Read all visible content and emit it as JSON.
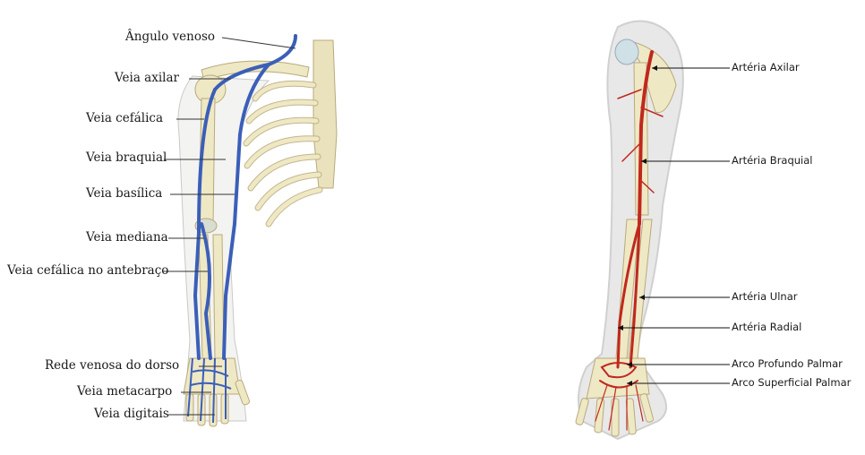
{
  "veins_panel": {
    "labels": [
      "Ângulo venoso",
      "Veia axilar",
      "Veia cefálica",
      "Veia braquial",
      "Veia basílica",
      "Veia mediana",
      "Veia cefálica no antebraço",
      "Rede venosa do dorso",
      "Veia metacarpo",
      "Veia digitais"
    ],
    "vein_color": "#3b5fb8"
  },
  "arteries_panel": {
    "labels": [
      "Artéria Axilar",
      "Artéria Braquial",
      "Artéria Ulnar",
      "Artéria Radial",
      "Arco Profundo Palmar",
      "Arco Superficial Palmar"
    ],
    "artery_color": "#c0281e"
  },
  "colors": {
    "bone": "#efe8c4",
    "bone_outline": "#b8aa7a",
    "skin": "#e6e6e6"
  }
}
